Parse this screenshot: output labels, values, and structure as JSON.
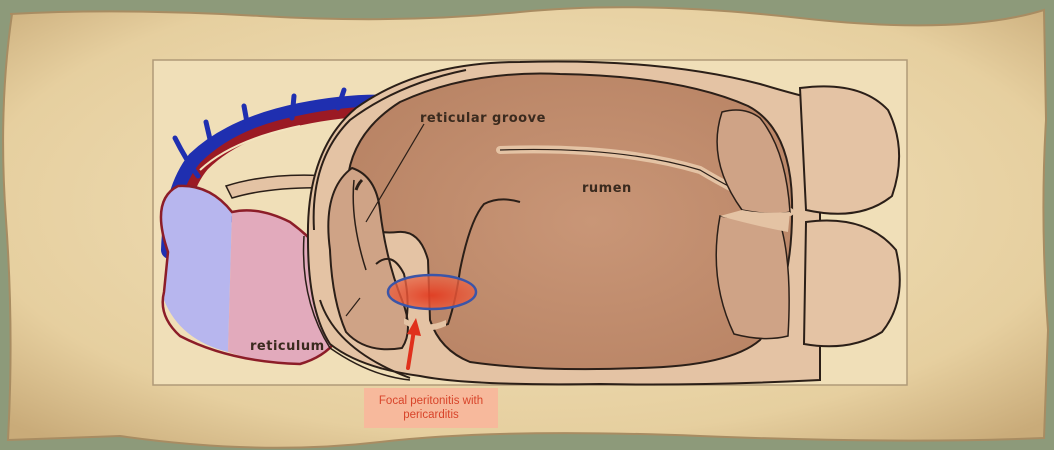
{
  "labels": {
    "reticular_groove": "reticular groove",
    "rumen": "rumen",
    "reticulum": "reticulum"
  },
  "callout": {
    "text": "Focal peritonitis with pericarditis"
  },
  "colors": {
    "parchment": "#eedbb0",
    "organ_fill": "#cfa386",
    "organ_light": "#e4c3a4",
    "outline": "#2b1f18",
    "heart_pink": "#e2aabc",
    "heart_lavender": "#b7b6ee",
    "vein_blue": "#1f2fb0",
    "artery_red": "#9b1a24",
    "highlight_red": "#e23d22",
    "highlight_ring": "#3b55a8",
    "arrow_red": "#e0301c"
  }
}
